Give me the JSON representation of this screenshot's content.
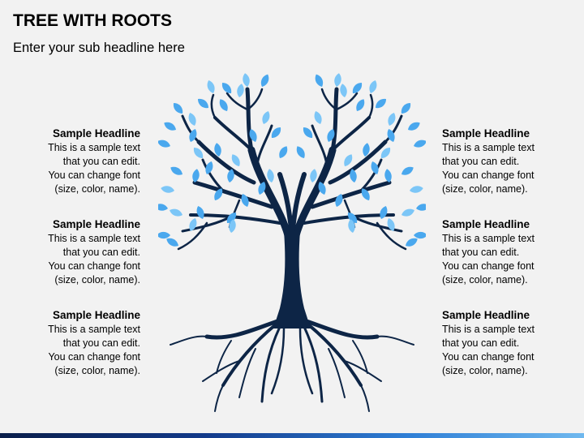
{
  "title": "TREE WITH ROOTS",
  "subtitle": "Enter your sub headline here",
  "colors": {
    "trunk": "#0d2546",
    "leaf": "#4aa8ee",
    "leaf_light": "#7cc6f7",
    "background": "#f2f2f2"
  },
  "blocks": [
    {
      "headline": "Sample Headline",
      "text": "This is a sample text\nthat you can edit.\nYou can change font\n(size, color, name)."
    },
    {
      "headline": "Sample Headline",
      "text": "This is a sample text\nthat you can edit.\nYou can change font\n(size, color, name)."
    },
    {
      "headline": "Sample Headline",
      "text": "This is a sample text\nthat you can edit.\nYou can change font\n(size, color, name)."
    },
    {
      "headline": "Sample Headline",
      "text": "This is a sample text\nthat you can edit.\nYou can change font\n(size, color, name)."
    },
    {
      "headline": "Sample Headline",
      "text": "This is a sample text\nthat you can edit.\nYou can change font\n(size, color, name)."
    },
    {
      "headline": "Sample Headline",
      "text": "This is a sample text\nthat you can edit.\nYou can change font\n(size, color, name)."
    }
  ]
}
